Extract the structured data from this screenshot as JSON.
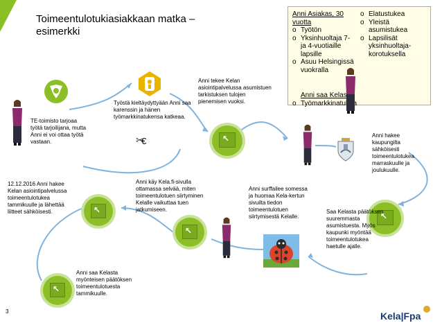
{
  "title": "Toimeentulotukiasiakkaan matka – esimerkki",
  "info": {
    "heading": "Anni Asiakas, 30 vuotta",
    "left_items": [
      "Työtön",
      "Yksinhuoltaja 7- ja 4-vuotiaille lapsille",
      "Asuu Helsingissä vuokralla"
    ],
    "right_items": [
      "Elatustukea",
      "Yleistä asumistukea",
      "Lapsilisät yksinhuoltaja-korotuksella"
    ],
    "receives_heading": "Anni saa Kelasta",
    "receives_items": [
      "Työmarkkinatukea"
    ]
  },
  "steps": {
    "te_office": "TE-toimisto tarjoaa työtä tarjoilijana, mutta Anni ei voi ottaa työtä vastaan.",
    "refusal": "Työstä kieltäydyttyään Anni saa karenssin ja hänen työmarkkinatukensa katkeaa.",
    "online_service": "Anni tekee Kelan asiointipalvelussa asumistuen tarkistuksen tulojen pienemisen vuoksi.",
    "municipality": "Anni hakee kaupungilta sähköisesti toimeentulotukea marraskuulle ja joulukuulle.",
    "decision": "Saa Kelasta päätöksen suuremmasta asumistuesta. Myös kaupunki myöntää toimeentulotukea haetulle ajalle.",
    "surfing": "Anni surffailee somessa ja huomaa Kela-kertun sivuilta tiedon toimeentulotuen siirtymisestä Kelalle.",
    "visit_kela": "Anni käy Kela.fi-sivulla ottamassa selvää, miten toimeentulotuen siirtyminen Kelalle vaikuttaa tuen jatkumiseen.",
    "application": "12.12.2016 Anni hakee Kelan asiointipalvelussa toimeentulotukea tammikuulle  ja lähettää liitteet sähköisesti.",
    "positive_decision": "Anni saa Kelasta myönteisen päätöksen toimeentulotuesta tammikuulle."
  },
  "euro_symbol": "€",
  "page_number": "3",
  "logo": {
    "left": "Kela",
    "right": "Fpa"
  },
  "colors": {
    "accent": "#8cbf26",
    "box_border": "#e1a92b",
    "arrow": "#7fb3dd",
    "ladybug": "#d9442b"
  },
  "icons": [
    "te-office-logo-icon",
    "karenssi-logo-icon",
    "computer-icon",
    "woman-figure-icon",
    "city-coat-of-arms-icon",
    "ladybug-icon",
    "scissors-icon"
  ]
}
